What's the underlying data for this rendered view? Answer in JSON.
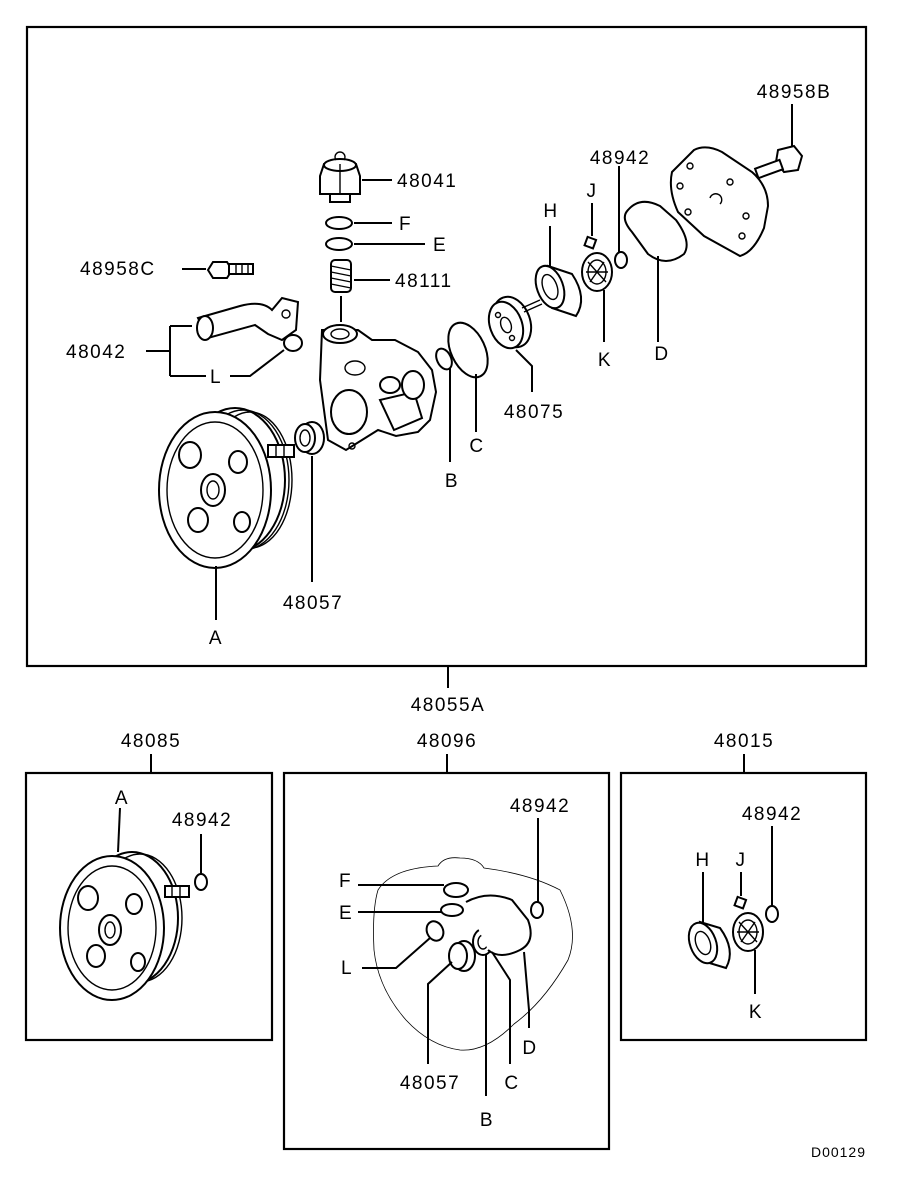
{
  "main_assembly": {
    "part_number": "48055A",
    "labels": {
      "cap": "48041",
      "oring_f": "F",
      "oring_e": "E",
      "spring": "48111",
      "bolt_c": "48958C",
      "pipe": "48042",
      "oring_l": "L",
      "pulley": "A",
      "seal": "48057",
      "oring_b": "B",
      "oring_c": "C",
      "plate": "48075",
      "ring_h": "H",
      "key_j": "J",
      "bearing_k": "K",
      "snapring": "48942",
      "gasket_d": "D",
      "bolt_b": "48958B"
    }
  },
  "kit_pulley": {
    "part_number": "48085",
    "labels": {
      "pulley": "A",
      "snapring": "48942"
    }
  },
  "kit_seals": {
    "part_number": "48096",
    "labels": {
      "snapring": "48942",
      "oring_f": "F",
      "oring_e": "E",
      "oring_l": "L",
      "seal": "48057",
      "oring_b": "B",
      "oring_c": "C",
      "gasket_d": "D"
    }
  },
  "kit_bearing": {
    "part_number": "48015",
    "labels": {
      "snapring": "48942",
      "ring_h": "H",
      "key_j": "J",
      "bearing_k": "K"
    }
  },
  "drawing_code": "D00129"
}
